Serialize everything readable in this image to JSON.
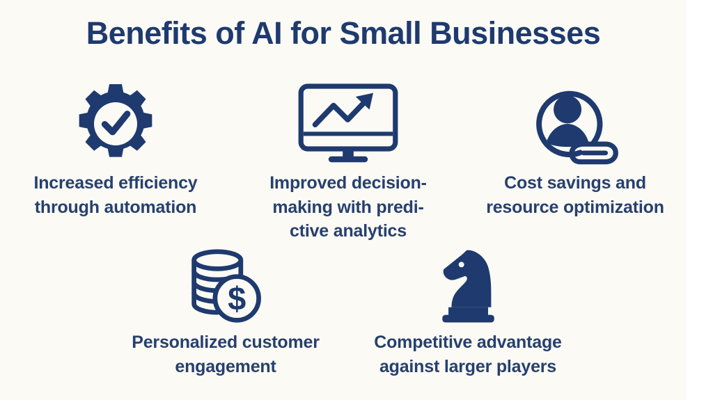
{
  "slide": {
    "title": "Benefits of AI for Small Businesses",
    "background_color": "#fbfaf5",
    "edge_strip_color": "#ffffff",
    "accent_color": "#1e3a6e",
    "text_color": "#26406e"
  },
  "benefits": [
    {
      "icon": "gear-check-icon",
      "caption": "Increased efficiency\nthrough automation"
    },
    {
      "icon": "monitor-growth-chart-icon",
      "caption": "Improved decision-\nmaking with predi-\nctive analytics"
    },
    {
      "icon": "person-hand-icon",
      "caption": "Cost savings and\nresource optimization"
    },
    {
      "icon": "coin-stack-dollar-icon",
      "caption": "Personalized customer\nengagement"
    },
    {
      "icon": "chess-knight-icon",
      "caption": "Competitive advantage\nagainst larger players"
    }
  ]
}
